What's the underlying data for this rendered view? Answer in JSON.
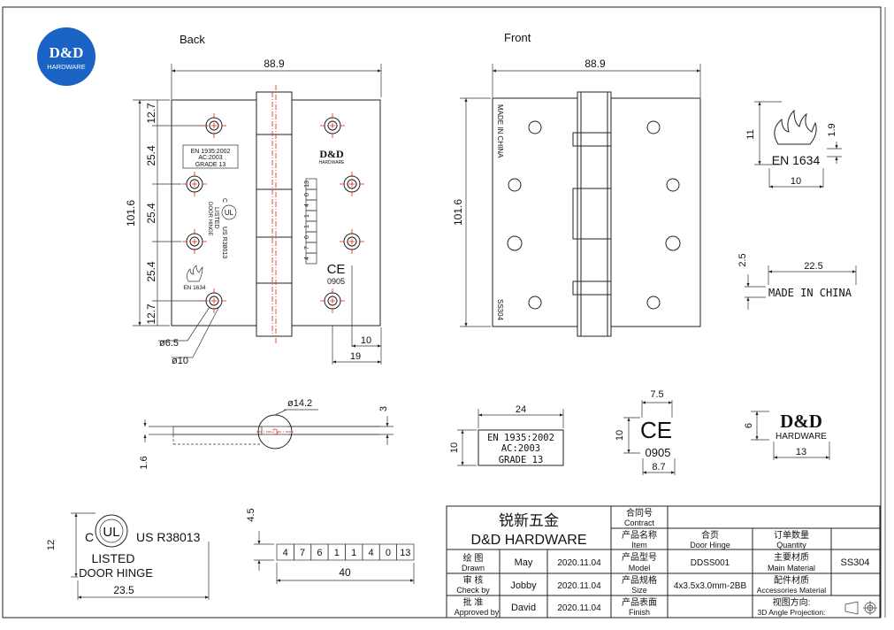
{
  "logo": {
    "name": "D&D",
    "sub": "HARDWARE",
    "color": "#1a63c4"
  },
  "views": {
    "back": "Back",
    "front": "Front"
  },
  "back": {
    "dim_width": "88.9",
    "dim_height": "101.6",
    "dim_12_7_top": "12.7",
    "dim_25_4_a": "25.4",
    "dim_25_4_b": "25.4",
    "dim_25_4_c": "25.4",
    "dim_12_7_bot": "12.7",
    "dim_hole_small": "ø6.5",
    "dim_hole_large": "ø10",
    "dim_10": "10",
    "dim_19": "19",
    "en_box": [
      "EN 1935:2002",
      "AC:2003",
      "GRADE 13"
    ],
    "brand": "D&D",
    "brand_sub": "HARDWARE",
    "ul_left": "C",
    "ul_right": "US R38013",
    "ul_listed": "LISTED",
    "ul_hinge": "DOOR HINGE",
    "en1634": "EN 1634",
    "ce": "CE",
    "ce_num": "0905",
    "digits": [
      "4",
      "7",
      "6",
      "1",
      "1",
      "4",
      "0",
      "13"
    ]
  },
  "front": {
    "dim_width": "88.9",
    "dim_height": "101.6",
    "made_in": "MADE IN CHINA",
    "ss": "SS304"
  },
  "side": {
    "dim_diameter": "ø14.2",
    "dim_thick": "3",
    "dim_16": "1.6"
  },
  "details": {
    "fire": {
      "h": "11",
      "gap": "1.9",
      "w": "10",
      "label": "EN 1634"
    },
    "made": {
      "h": "2.5",
      "w": "22.5",
      "label": "MADE IN CHINA"
    },
    "en": {
      "w": "24",
      "h": "10",
      "lines": [
        "EN 1935:2002",
        "AC:2003",
        "GRADE 13"
      ]
    },
    "ce": {
      "w": "7.5",
      "h": "10",
      "label": "CE",
      "num": "0905",
      "w2": "8.7"
    },
    "dd": {
      "h": "6",
      "w": "13",
      "name": "D&D",
      "sub": "HARDWARE"
    },
    "ul": {
      "h": "12",
      "w": "23.5",
      "c": "C",
      "us": "US R38013",
      "listed": "LISTED",
      "hinge": "DOOR HINGE"
    },
    "digits": {
      "h": "4.5",
      "w": "40",
      "values": [
        "4",
        "7",
        "6",
        "1",
        "1",
        "4",
        "0",
        "13"
      ]
    }
  },
  "title_block": {
    "company_cn": "锐新五金",
    "company_en": "D&D HARDWARE",
    "rows": [
      {
        "label_cn": "绘 图",
        "label_en": "Drawn",
        "name": "May",
        "date": "2020.11.04"
      },
      {
        "label_cn": "审 核",
        "label_en": "Check by",
        "name": "Jobby",
        "date": "2020.11.04"
      },
      {
        "label_cn": "批 准",
        "label_en": "Approved by",
        "name": "David",
        "date": "2020.11.04"
      }
    ],
    "contract_cn": "合同号",
    "contract_en": "Contract",
    "item_cn": "产品名称",
    "item_en": "Item",
    "item_val_cn": "合页",
    "item_val_en": "Door Hinge",
    "qty_cn": "订单数量",
    "qty_en": "Quantity",
    "model_cn": "产品型号",
    "model_en": "Model",
    "model_val": "DDSS001",
    "material_cn": "主要材质",
    "material_en": "Main Material",
    "material_val": "SS304",
    "size_cn": "产品规格",
    "size_en": "Size",
    "size_val": "4x3.5x3.0mm-2BB",
    "acc_cn": "配件材质",
    "acc_en": "Accessories Material",
    "finish_cn": "产品表面",
    "finish_en": "Finish",
    "proj_cn": "视图方向:",
    "proj_en": "3D Angle Projection:"
  }
}
